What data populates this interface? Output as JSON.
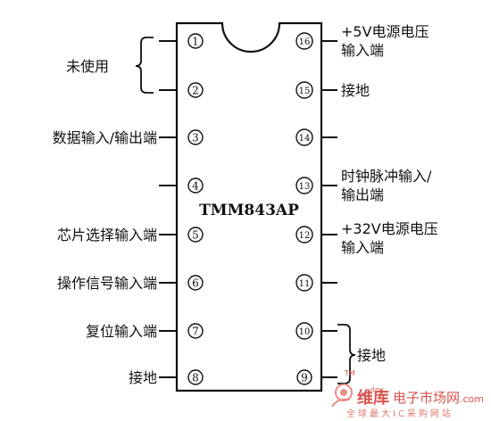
{
  "chip": {
    "part_number": "TMM843AP"
  },
  "pins": [
    {
      "no": "1",
      "num_label": "①",
      "label_lines": []
    },
    {
      "no": "2",
      "num_label": "②",
      "label_lines": []
    },
    {
      "no": "3",
      "num_label": "③",
      "label_lines": [
        "数据输入/输出端"
      ]
    },
    {
      "no": "4",
      "num_label": "④",
      "label_lines": []
    },
    {
      "no": "5",
      "num_label": "⑤",
      "label_lines": [
        "芯片选择输入端"
      ]
    },
    {
      "no": "6",
      "num_label": "⑥",
      "label_lines": [
        "操作信号输入端"
      ]
    },
    {
      "no": "7",
      "num_label": "⑦",
      "label_lines": [
        "复位输入端"
      ]
    },
    {
      "no": "8",
      "num_label": "⑧",
      "label_lines": [
        "接地"
      ]
    },
    {
      "no": "9",
      "num_label": "⑨",
      "label_lines": []
    },
    {
      "no": "10",
      "num_label": "⑩",
      "label_lines": []
    },
    {
      "no": "11",
      "num_label": "⑪",
      "label_lines": []
    },
    {
      "no": "12",
      "num_label": "⑫",
      "label_lines": [
        "+32V电源电压",
        "输入端"
      ]
    },
    {
      "no": "13",
      "num_label": "⑬",
      "label_lines": [
        "时钟脉冲输入/",
        "输出端"
      ]
    },
    {
      "no": "14",
      "num_label": "⑭",
      "label_lines": []
    },
    {
      "no": "15",
      "num_label": "⑮",
      "label_lines": [
        "接地"
      ]
    },
    {
      "no": "16",
      "num_label": "⑯",
      "label_lines": [
        "+5V电源电压",
        "输入端"
      ]
    }
  ],
  "group_labels": {
    "unused": "未使用",
    "ground_group": "接地"
  },
  "watermark": {
    "brand": "维库",
    "site": "电子市场网",
    "domain": ".com",
    "slogan": "全球最大IC采购网站",
    "tm": "TM",
    "small": "dzsc"
  },
  "colors": {
    "ink": "#111111",
    "watermark": "#d9534f"
  }
}
